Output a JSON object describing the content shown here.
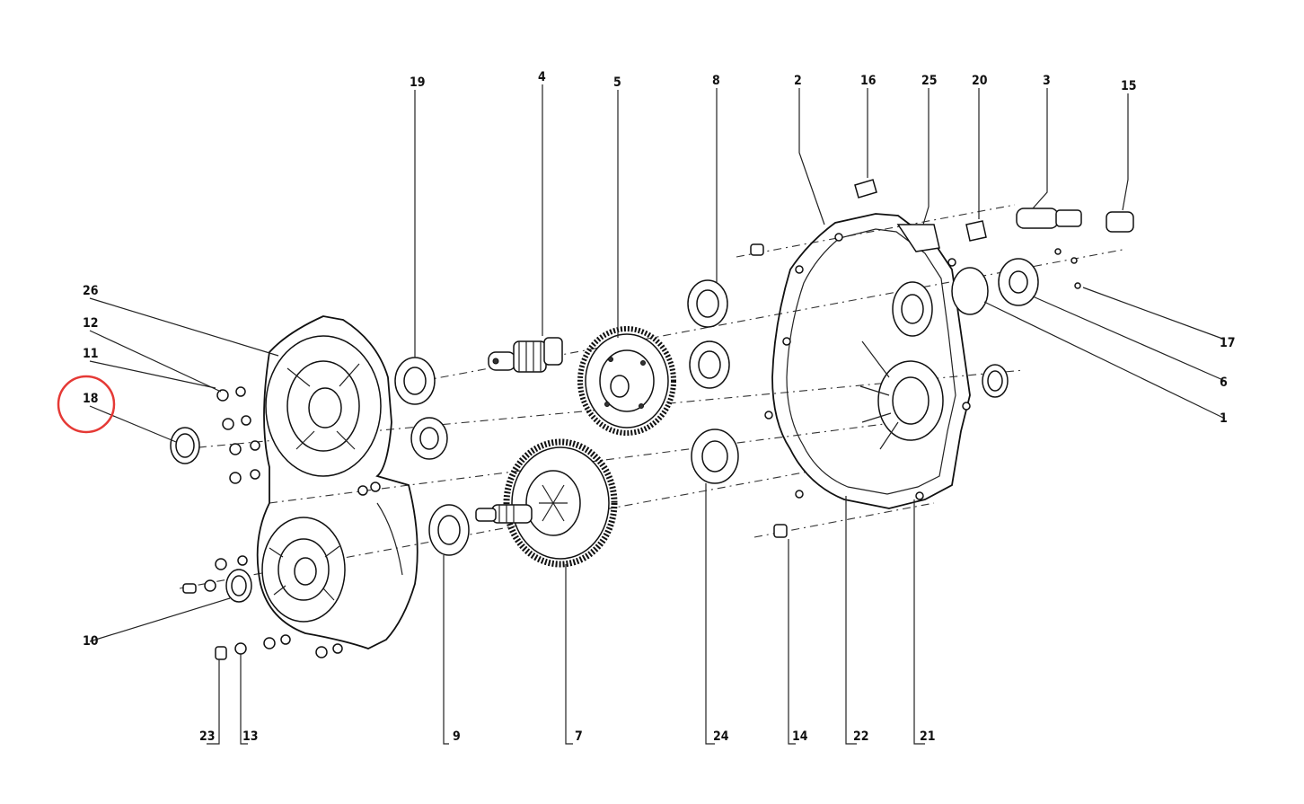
{
  "diagram": {
    "part_numbers": [
      "19",
      "4",
      "5",
      "8",
      "2",
      "16",
      "25",
      "20",
      "3",
      "15",
      "26",
      "12",
      "11",
      "18",
      "17",
      "6",
      "1",
      "10",
      "23",
      "13",
      "9",
      "7",
      "24",
      "14",
      "22",
      "21"
    ],
    "highlight": {
      "part": "18",
      "color": "#e53935"
    }
  }
}
